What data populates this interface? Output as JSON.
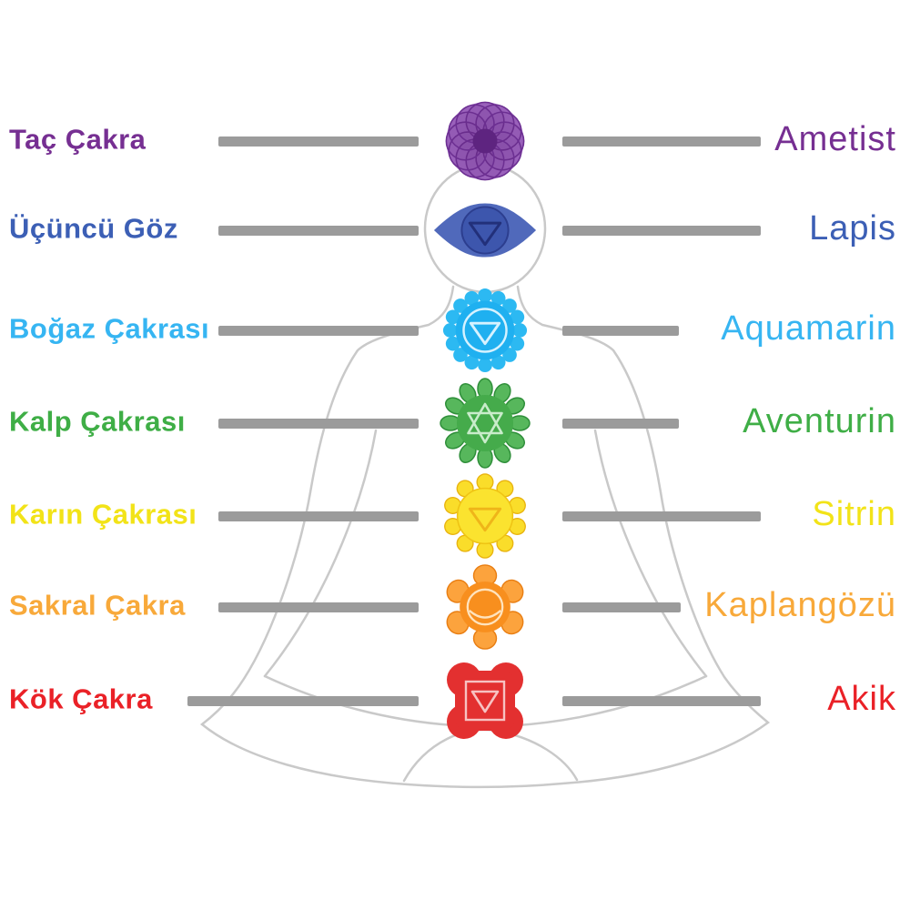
{
  "page": {
    "background": "#ffffff"
  },
  "silhouette": {
    "name": "meditating-person-outline",
    "stroke": "#c9c9c9"
  },
  "connectors": {
    "color": "#9b9b9b"
  },
  "rows": [
    {
      "chakra": "Taç Çakra",
      "stone": "Ametist",
      "color": "#762f92",
      "icon": "crown-chakra-icon",
      "icon_colors": {
        "main": "#a168c2",
        "dark": "#5e2480"
      }
    },
    {
      "chakra": "Üçüncü Göz",
      "stone": "Lapis",
      "color": "#3c5fb5",
      "icon": "third-eye-chakra-icon",
      "icon_colors": {
        "main": "#5069bb",
        "dark": "#22307a"
      }
    },
    {
      "chakra": "Boğaz Çakrası",
      "stone": "Aquamarin",
      "color": "#36b5f2",
      "icon": "throat-chakra-icon",
      "icon_colors": {
        "main": "#1fb0f0",
        "accent": "#d6f2ff"
      }
    },
    {
      "chakra": "Kalp Çakrası",
      "stone": "Aventurin",
      "color": "#3fae46",
      "icon": "heart-chakra-icon",
      "icon_colors": {
        "main": "#45ab4b",
        "accent": "#c9eccb"
      }
    },
    {
      "chakra": "Karın Çakrası",
      "stone": "Sitrin",
      "color": "#f2e318",
      "icon": "solar-plexus-chakra-icon",
      "icon_colors": {
        "main": "#fbe32f",
        "dark": "#efb519"
      }
    },
    {
      "chakra": "Sakral Çakra",
      "stone": "Kaplangözü",
      "color": "#f8a93a",
      "icon": "sacral-chakra-icon",
      "icon_colors": {
        "main": "#f88f1e",
        "accent": "#ffe3bd"
      }
    },
    {
      "chakra": "Kök Çakra",
      "stone": "Akik",
      "color": "#ea2127",
      "icon": "root-chakra-icon",
      "icon_colors": {
        "main": "#e33030",
        "accent": "#f7c2c2"
      }
    }
  ]
}
